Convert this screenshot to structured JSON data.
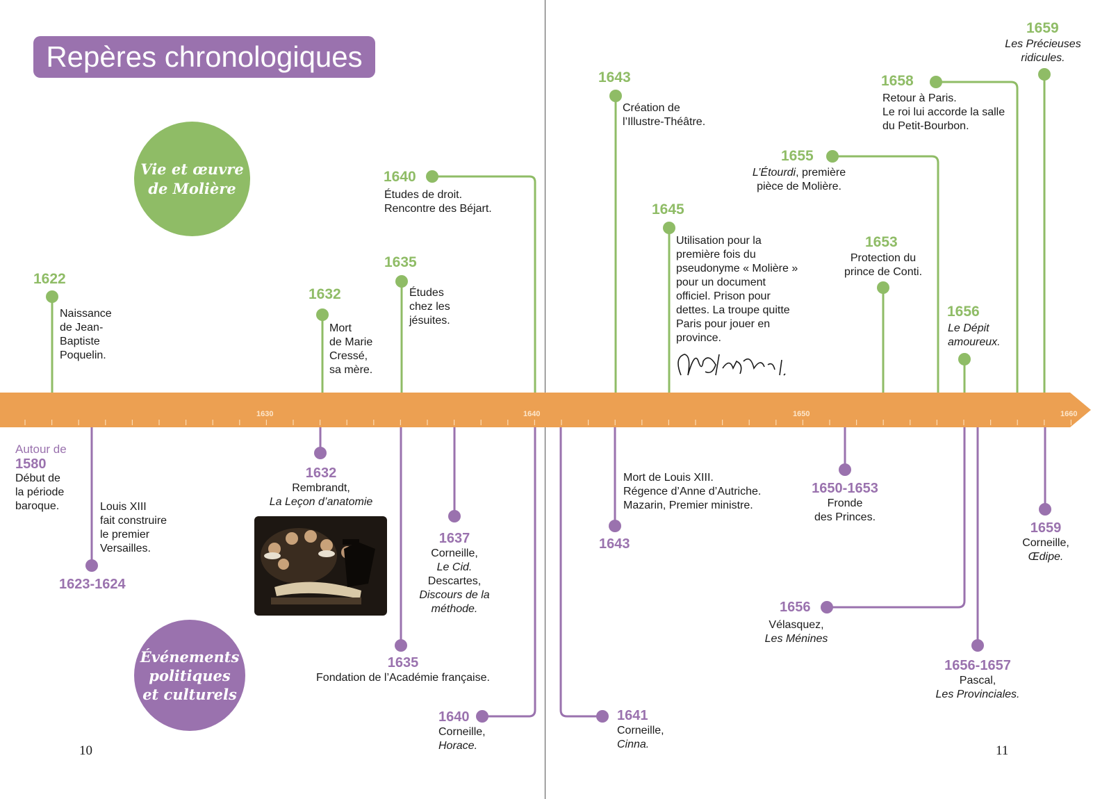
{
  "title": "Repères chronologiques",
  "circles": {
    "life": [
      "Vie et œuvre",
      "de Molière"
    ],
    "events": [
      "Événements",
      "politiques",
      "et culturels"
    ]
  },
  "axis": {
    "labels": [
      "1630",
      "1640",
      "1650",
      "1660"
    ]
  },
  "colors": {
    "green": "#8fbc66",
    "purple": "#9a72ae",
    "orange": "#eca052"
  },
  "moliere_events": [
    {
      "year": "1622",
      "lines": [
        "Naissance",
        "de Jean-",
        "Baptiste",
        "Poquelin."
      ]
    },
    {
      "year": "1632",
      "lines": [
        "Mort",
        "de Marie",
        "Cressé,",
        "sa mère."
      ]
    },
    {
      "year": "1635",
      "lines": [
        "Études",
        "chez les",
        "jésuites."
      ]
    },
    {
      "year": "1640",
      "lines": [
        "Études de droit.",
        "Rencontre des Béjart."
      ]
    },
    {
      "year": "1643",
      "lines": [
        "Création de",
        "l’Illustre-Théâtre."
      ]
    },
    {
      "year": "1645",
      "lines": [
        "Utilisation pour la",
        "première fois du",
        "pseudonyme « Molière »",
        "pour un document",
        "officiel. Prison pour",
        "dettes. La troupe quitte",
        "Paris pour jouer en",
        "province."
      ],
      "signature": "Molière"
    },
    {
      "year": "1653",
      "lines": [
        "Protection du",
        "prince de Conti."
      ]
    },
    {
      "year": "1655",
      "lines_italic": "L’Étourdi",
      "lines": [
        ", première",
        "pièce de Molière."
      ]
    },
    {
      "year": "1656",
      "lines": [
        "Le Dépit",
        "amoureux."
      ]
    },
    {
      "year": "1658",
      "lines": [
        "Retour à Paris.",
        "Le roi lui accorde la salle",
        "du Petit-Bourbon."
      ]
    },
    {
      "year": "1659",
      "lines": [
        "Les Précieuses",
        "ridicules."
      ]
    }
  ],
  "context_events": [
    {
      "label": "Autour de",
      "year": "1580",
      "lines": [
        "Début de",
        "la période",
        "baroque."
      ]
    },
    {
      "year": "1623-1624",
      "lines": [
        "Louis XIII",
        "fait construire",
        "le premier",
        "Versailles."
      ]
    },
    {
      "year": "1632",
      "lines": [
        "Rembrandt,",
        "La Leçon d’anatomie"
      ],
      "image": "painting-the-anatomy-lesson"
    },
    {
      "year": "1635",
      "lines": [
        "Fondation de l’Académie française."
      ]
    },
    {
      "year": "1637",
      "lines": [
        "Corneille,",
        "Le Cid.",
        "Descartes,",
        "Discours de la",
        "méthode."
      ]
    },
    {
      "year": "1640",
      "lines": [
        "Corneille,",
        "Horace."
      ]
    },
    {
      "year": "1641",
      "lines": [
        "Corneille,",
        "Cinna."
      ]
    },
    {
      "year": "1643",
      "lines": [
        "Mort de Louis XIII.",
        "Régence d’Anne d’Autriche.",
        "Mazarin, Premier ministre."
      ]
    },
    {
      "year": "1650-1653",
      "lines": [
        "Fronde",
        "des Princes."
      ]
    },
    {
      "year": "1656",
      "lines": [
        "Vélasquez,",
        "Les Ménines"
      ]
    },
    {
      "year": "1656-1657",
      "lines": [
        "Pascal,",
        "Les Provinciales."
      ]
    },
    {
      "year": "1659",
      "lines": [
        "Corneille,",
        "Œdipe."
      ]
    }
  ],
  "page_numbers": {
    "left": "10",
    "right": "11"
  }
}
